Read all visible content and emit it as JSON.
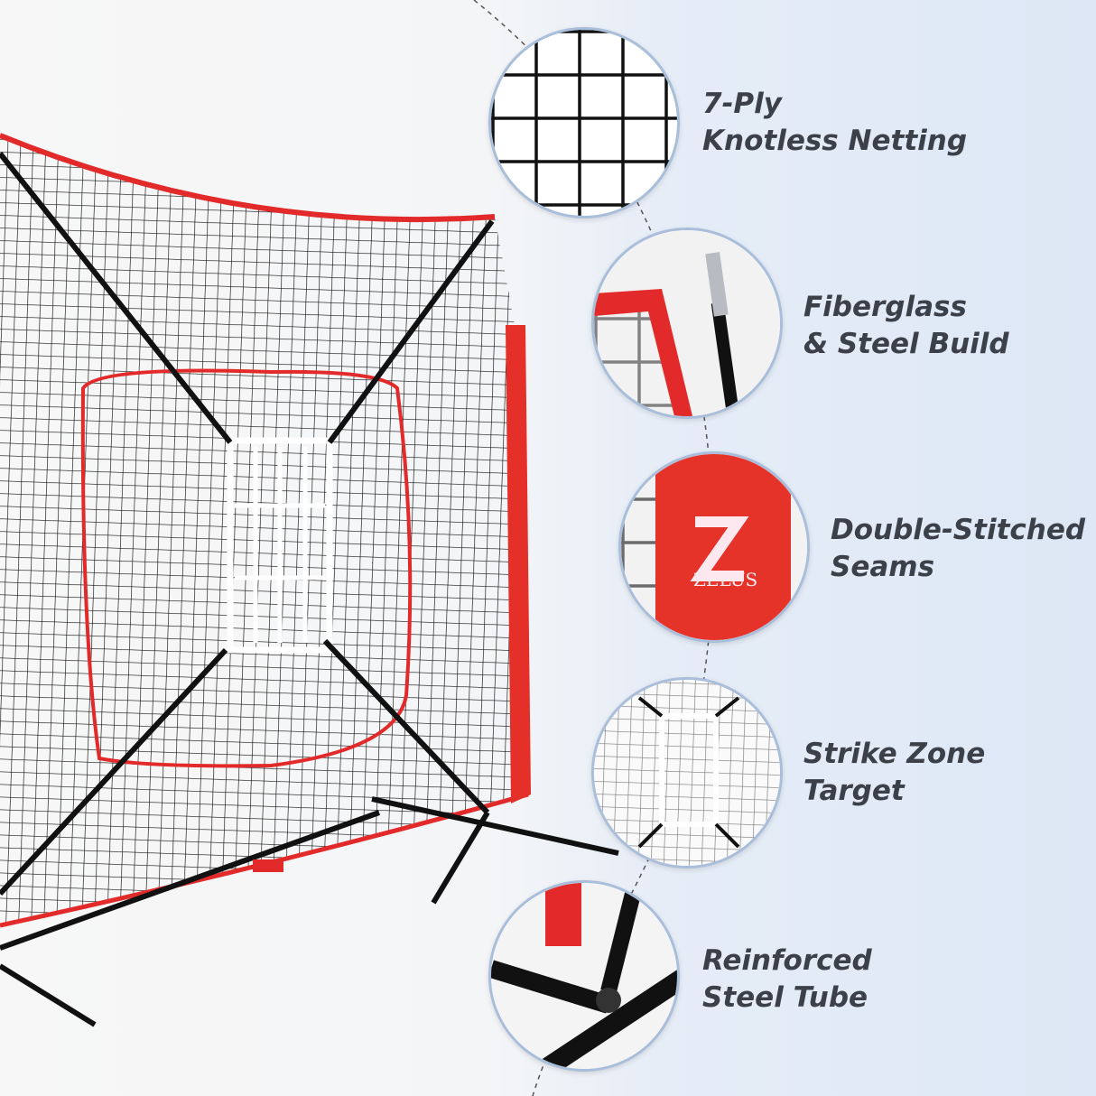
{
  "brand": {
    "logo_text": "ZELUS",
    "accent_color": "#e32a2a",
    "circle_border": "#a9bedb",
    "text_color": "#3b4049"
  },
  "features": [
    {
      "line1": "7-Ply",
      "line2": "Knotless Netting",
      "icon": "netting-closeup"
    },
    {
      "line1": "Fiberglass",
      "line2": "& Steel Build",
      "icon": "pole-closeup"
    },
    {
      "line1": "Double-Stitched",
      "line2": "Seams",
      "icon": "seam-logo-closeup"
    },
    {
      "line1": "Strike Zone",
      "line2": "Target",
      "icon": "strike-zone-closeup"
    },
    {
      "line1": "Reinforced",
      "line2": "Steel Tube",
      "icon": "steel-tube-closeup"
    }
  ]
}
